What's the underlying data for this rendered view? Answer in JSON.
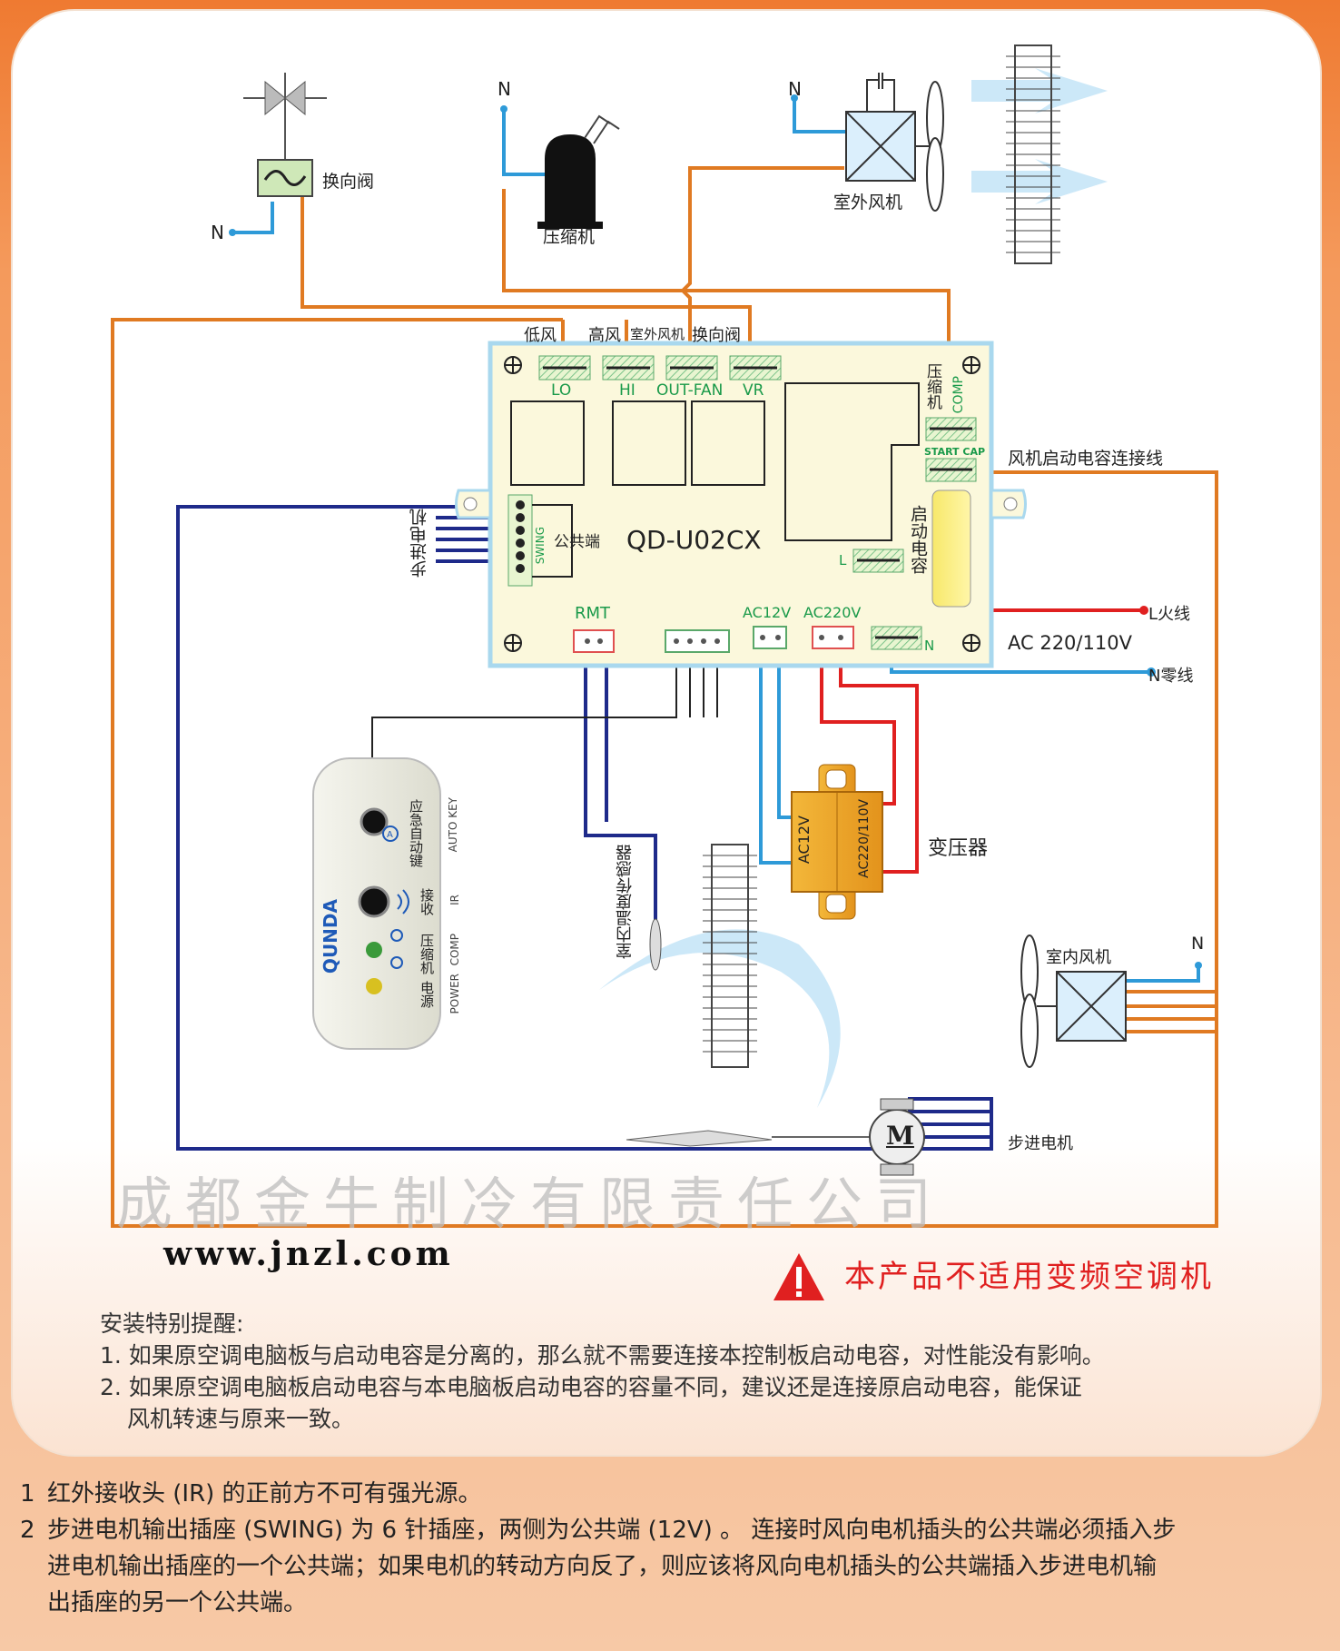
{
  "diagram": {
    "board_model": "QD-U02CX",
    "top_labels": {
      "low": "低风",
      "high": "高风",
      "outfan": "室外风机",
      "vr": "换向阀"
    },
    "connectors": {
      "lo": "LO",
      "hi": "HI",
      "outfan": "OUT-FAN",
      "vr": "VR",
      "comp": "COMP",
      "comp_cn": "压缩机",
      "startcap": "START CAP",
      "rmt": "RMT",
      "ac12v": "AC12V",
      "ac220v": "AC220V",
      "l": "L",
      "n": "N",
      "swing": "SWING"
    },
    "board_labels": {
      "common": "公共端",
      "start_cap_cn": "启动电容",
      "stepper_side": "步进电机"
    },
    "components": {
      "reversing_valve": "换向阀",
      "compressor": "压缩机",
      "outdoor_fan": "室外风机",
      "indoor_fan": "室内风机",
      "transformer": "变压器",
      "stepper_motor": "步进电机",
      "motor_symbol": "M",
      "room_sensor": "室内温度传感器",
      "transformer_ac12v": "AC12V",
      "transformer_ac220": "AC220/110V"
    },
    "wire_labels": {
      "fan_cap_line": "风机启动电容连接线",
      "live": "L火线",
      "neutral": "N零线",
      "voltage": "AC 220/110V",
      "n": "N"
    },
    "receiver": {
      "brand": "QUNDA",
      "auto_key_cn": "应急自动键",
      "auto_key": "AUTO KEY",
      "ir_cn": "接收",
      "ir": "IR",
      "comp_cn": "压缩机",
      "comp": "COMP",
      "power_cn": "电源",
      "power": "POWER"
    }
  },
  "watermark": "成都金牛制冷有限责任公司",
  "website": "www.jnzl.com",
  "warning": "本产品不适用变频空调机",
  "install_notes": {
    "title": "安装特别提醒:",
    "items": [
      "1. 如果原空调电脑板与启动电容是分离的，那么就不需要连接本控制板启动电容，对性能没有影响。",
      "2. 如果原空调电脑板启动电容与本电脑板启动电容的容量不同，建议还是连接原启动电容，能保证",
      "   风机转速与原来一致。"
    ]
  },
  "footer_notes": [
    {
      "num": "1",
      "lines": [
        "红外接收头 (IR) 的正前方不可有强光源。"
      ]
    },
    {
      "num": "2",
      "lines": [
        "步进电机输出插座 (SWING) 为 6 针插座，两侧为公共端 (12V) 。 连接时风向电机插头的公共端必须插入步",
        "进电机输出插座的一个公共端；如果电机的转动方向反了，则应该将风向电机插头的公共端插入步进电机输",
        "出插座的另一个公共端。"
      ]
    }
  ],
  "colors": {
    "orange_wire": "#e07a22",
    "blue_wire": "#2e9ad8",
    "navy_wire": "#1e2a8a",
    "red_wire": "#e02020",
    "board": "#fbf8dc",
    "board_border": "#a9d8ee",
    "green_text": "#1a9a4a"
  }
}
